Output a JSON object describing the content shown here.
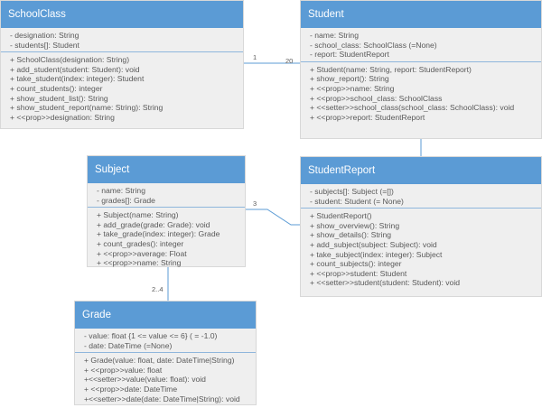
{
  "classes": {
    "schoolclass": {
      "name": "SchoolClass",
      "attributes": [
        "- designation: String",
        "- students[]: Student"
      ],
      "methods": [
        "+ SchoolClass(designation: String)",
        "+ add_student(student: Student): void",
        "+ take_student(index: integer): Student",
        "+ count_students(): integer",
        "+ show_student_list(): String",
        "+ show_student_report(name: String): String",
        "+ <<prop>>designation: String"
      ]
    },
    "student": {
      "name": "Student",
      "attributes": [
        "- name: String",
        "- school_class: SchoolClass (=None)",
        "- report: StudentReport"
      ],
      "methods": [
        "+ Student(name: String, report: StudentReport)",
        "+ show_report(): String",
        "+ <<prop>>name: String",
        "+ <<prop>>school_class: SchoolClass",
        "+ <<setter>>school_class(school_class: SchoolClass): void",
        "+ <<prop>>report: StudentReport"
      ]
    },
    "subject": {
      "name": "Subject",
      "attributes": [
        "- name: String",
        "- grades[]: Grade"
      ],
      "methods": [
        "+ Subject(name: String)",
        "+ add_grade(grade: Grade): void",
        "+ take_grade(index: integer): Grade",
        "+ count_grades(): integer",
        "+ <<prop>>average: Float",
        "+ <<prop>>name: String"
      ]
    },
    "studentreport": {
      "name": "StudentReport",
      "attributes": [
        "- subjects[]: Subject (=[])",
        "- student: Student (= None)"
      ],
      "methods": [
        "+ StudentReport()",
        "+ show_overview(): String",
        "+ show_details(): String",
        "+ add_subject(subject: Subject): void",
        "+ take_subject(index: integer): Subject",
        "+ count_subjects(): integer",
        "+ <<prop>>student: Student",
        "+ <<setter>>student(student: Student): void"
      ]
    },
    "grade": {
      "name": "Grade",
      "attributes": [
        "- value: float {1 <= value <= 6} ( = -1.0)",
        "- date: DateTime (=None)"
      ],
      "methods": [
        "+ Grade(value: float, date: DateTime|String)",
        "+ <<prop>>value: float",
        "+<<setter>>value(value: float): void",
        "+ <<prop>>date: DateTime",
        "+<<setter>>date(date: DateTime|String): void"
      ]
    }
  },
  "multiplicities": {
    "schoolclass_end": "1",
    "student_end": "20",
    "report_subject": "3",
    "subject_grade": "2..4"
  },
  "colors": {
    "header": "#5b9bd5",
    "body": "#efefef",
    "connector": "#5b9bd5",
    "text": "#595959"
  }
}
